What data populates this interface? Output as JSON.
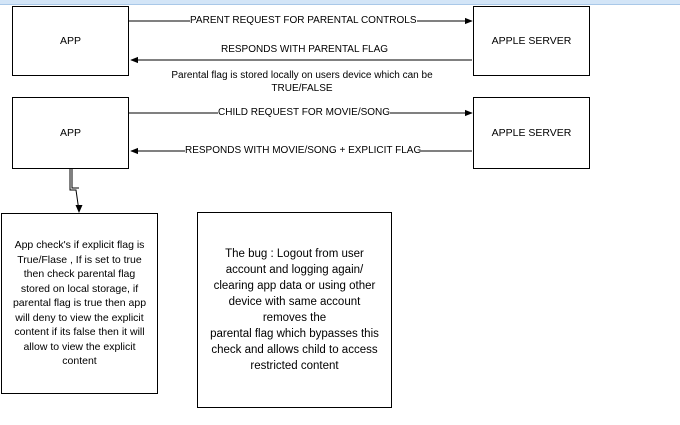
{
  "boxes": {
    "app_top": "APP",
    "server_top": "APPLE SERVER",
    "app_bottom": "APP",
    "server_bottom": "APPLE SERVER"
  },
  "arrows": {
    "parent_request": "PARENT REQUEST FOR PARENTAL CONTROLS",
    "responds_flag": "RESPONDS WITH PARENTAL FLAG",
    "child_request": "CHILD REQUEST FOR MOVIE/SONG",
    "responds_media": "RESPONDS WITH MOVIE/SONG + EXPLICIT FLAG"
  },
  "note": "Parental flag is stored locally on users device which can be\nTRUE/FALSE",
  "check_box": "App check's if explicit flag is\nTrue/Flase , If is set to true\nthen check parental flag\nstored on local storage, if\nparental flag is true then app\nwill deny to view the explicit\ncontent if its false then it will\nallow to view the explicit\ncontent",
  "bug_box": "The bug : Logout from user\naccount and logging again/\nclearing app data or using other\ndevice with same account\nremoves the\nparental flag which bypasses this\ncheck and allows child to access\nrestricted content"
}
